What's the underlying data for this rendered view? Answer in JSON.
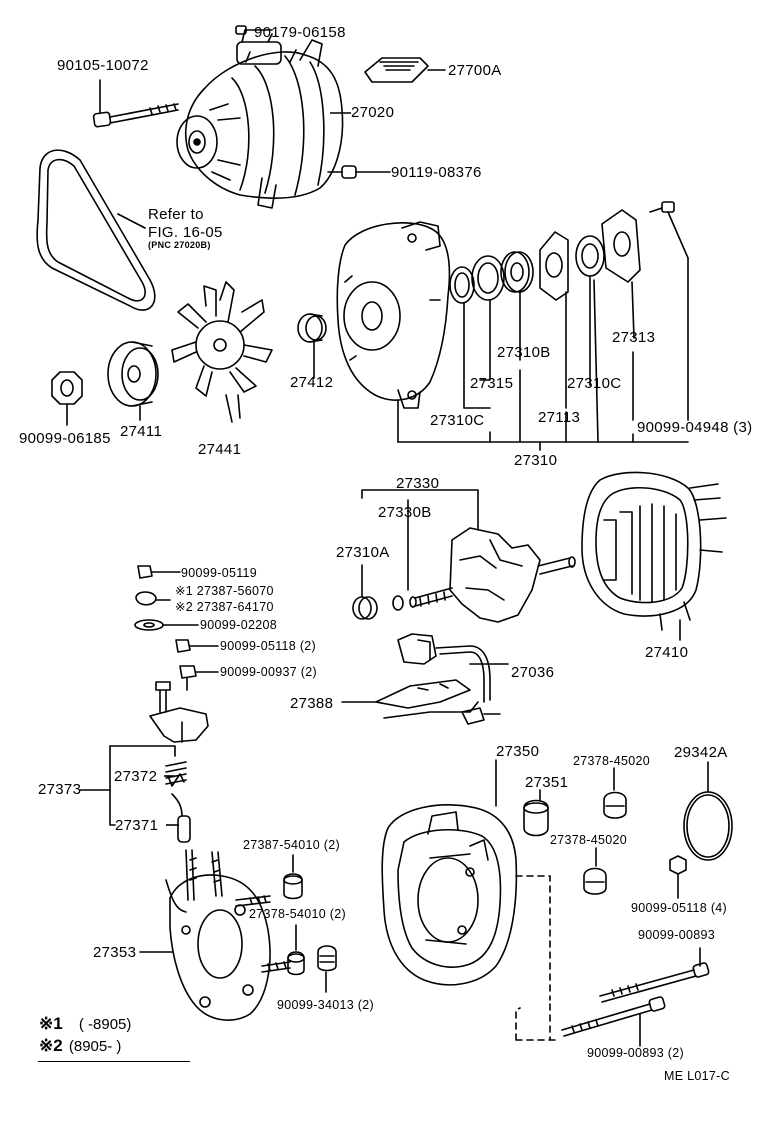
{
  "diagram": {
    "labels": {
      "p90179_06158": "90179-06158",
      "p90105_10072": "90105-10072",
      "p27700A": "27700A",
      "p27020": "27020",
      "p90119_08376": "90119-08376",
      "refer_line1": "Refer to",
      "refer_line2": "FIG. 16-05",
      "refer_line3": "(PNC 27020B)",
      "p27412": "27412",
      "p90099_06185": "90099-06185",
      "p27411": "27411",
      "p27441": "27441",
      "p27313": "27313",
      "p27310B": "27310B",
      "p27315": "27315",
      "p27310C_a": "27310C",
      "p27310C_b": "27310C",
      "p27113": "27113",
      "p90099_04948": "90099-04948 (3)",
      "p27310": "27310",
      "p27330": "27330",
      "p27330B": "27330B",
      "p27310A": "27310A",
      "p90099_05119": "90099-05119",
      "p27387_56070": "※1 27387-56070",
      "p27387_64170": "※2 27387-64170",
      "p90099_02208": "90099-02208",
      "p90099_05118_a": "90099-05118 (2)",
      "p90099_00937": "90099-00937 (2)",
      "p27036": "27036",
      "p27388": "27388",
      "p27410": "27410",
      "p27373": "27373",
      "p27372": "27372",
      "p27371": "27371",
      "p27350": "27350",
      "p27351": "27351",
      "p27378_45020_a": "27378-45020",
      "p27378_45020_b": "27378-45020",
      "p29342A": "29342A",
      "p27387_54010": "27387-54010 (2)",
      "p27378_54010": "27378-54010 (2)",
      "p27353": "27353",
      "p90099_34013": "90099-34013 (2)",
      "p90099_05118_b": "90099-05118 (4)",
      "p90099_00893_a": "90099-00893",
      "p90099_00893_b": "90099-00893 (2)"
    },
    "notes": {
      "n1_mark": "※1",
      "n1_text": "(      -8905)",
      "n2_mark": "※2",
      "n2_text": "(8905-         )"
    },
    "footer": "ME L017-C"
  }
}
